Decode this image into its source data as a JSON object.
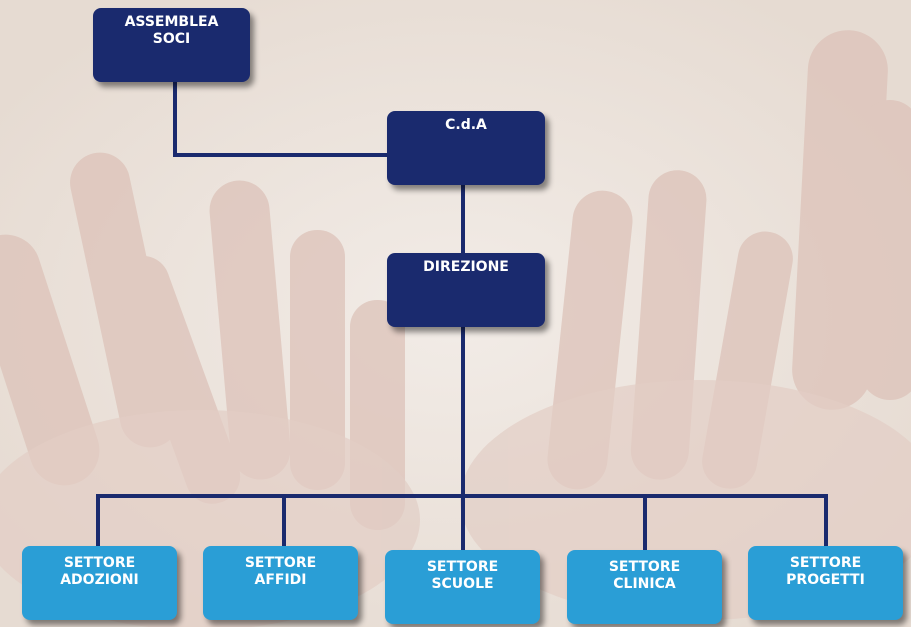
{
  "colors": {
    "top_box": "#1a2a6e",
    "sector_box": "#2a9ed6",
    "connector": "#1a2a6e",
    "text": "#ffffff"
  },
  "background": {
    "image": "hands-photo"
  },
  "nodes": {
    "assemblea": {
      "line1": "ASSEMBLEA",
      "line2": "SOCI"
    },
    "cda": {
      "label": "C.d.A"
    },
    "direzione": {
      "label": "DIREZIONE"
    },
    "sectors": [
      {
        "line1": "SETTORE",
        "line2": "ADOZIONI"
      },
      {
        "line1": "SETTORE",
        "line2": "AFFIDI"
      },
      {
        "line1": "SETTORE",
        "line2": "SCUOLE"
      },
      {
        "line1": "SETTORE",
        "line2": "CLINICA"
      },
      {
        "line1": "SETTORE",
        "line2": "PROGETTI"
      }
    ]
  }
}
